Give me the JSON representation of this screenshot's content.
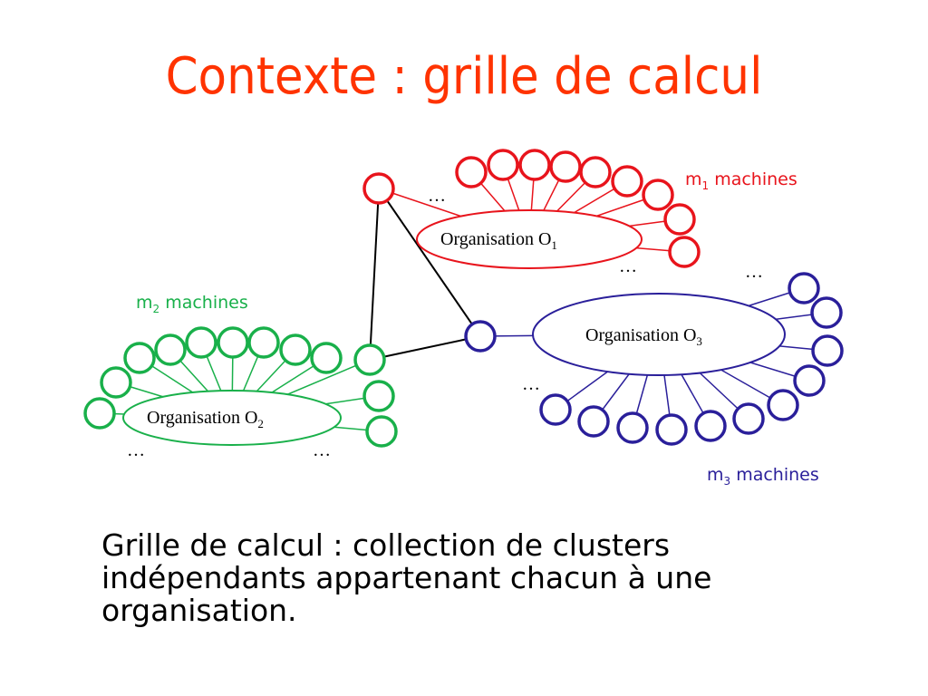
{
  "slide": {
    "title": "Contexte : grille de calcul",
    "caption": "Grille de calcul : collection de clusters indépendants appartenant chacun à une organisation."
  },
  "colors": {
    "title": "#ff3300",
    "o1": "#e8141c",
    "o2": "#19b04a",
    "o3": "#2a1f9a",
    "link": "#000000"
  },
  "orgs": {
    "o1": {
      "label": "Organisation O",
      "sub": "1"
    },
    "o2": {
      "label": "Organisation O",
      "sub": "2"
    },
    "o3": {
      "label": "Organisation O",
      "sub": "3"
    }
  },
  "machines": {
    "m1": {
      "label_pre": "m",
      "sub": "1",
      "label_post": " machines"
    },
    "m2": {
      "label_pre": "m",
      "sub": "2",
      "label_post": " machines"
    },
    "m3": {
      "label_pre": "m",
      "sub": "3",
      "label_post": " machines"
    }
  },
  "ellipsis": "…"
}
